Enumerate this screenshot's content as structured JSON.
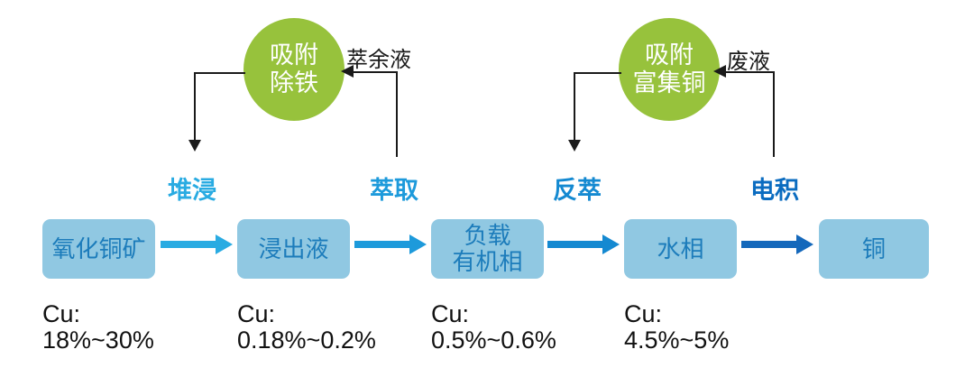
{
  "boxes": [
    {
      "label": "氧化铜矿",
      "cu_note": "Cu:\n18%~30%"
    },
    {
      "label": "浸出液",
      "cu_note": "Cu:\n0.18%~0.2%"
    },
    {
      "label": "负载\n有机相",
      "cu_note": "Cu:\n0.5%~0.6%"
    },
    {
      "label": "水相",
      "cu_note": "Cu:\n4.5%~5%"
    },
    {
      "label": "铜",
      "cu_note": ""
    }
  ],
  "stages": [
    {
      "label": "堆浸",
      "color": "#29ABE2"
    },
    {
      "label": "萃取",
      "color": "#1D9ADB"
    },
    {
      "label": "反萃",
      "color": "#1489D1"
    },
    {
      "label": "电积",
      "color": "#0B6CC0"
    }
  ],
  "recycle_units": [
    {
      "label": "吸附\n除铁",
      "feed_label": "萃余液"
    },
    {
      "label": "吸附\n富集铜",
      "feed_label": "废液"
    }
  ],
  "colors": {
    "box_fill": "#90C8E2",
    "box_text": "#1C7CBB",
    "circle_fill": "#97C23C",
    "circle_text": "#FFFFFF",
    "flow_arrows": [
      "#29ABE2",
      "#1D9ADB",
      "#1489D1",
      "#1468BB"
    ],
    "connector_line": "#1A1A1A",
    "note_text": "#111111"
  }
}
